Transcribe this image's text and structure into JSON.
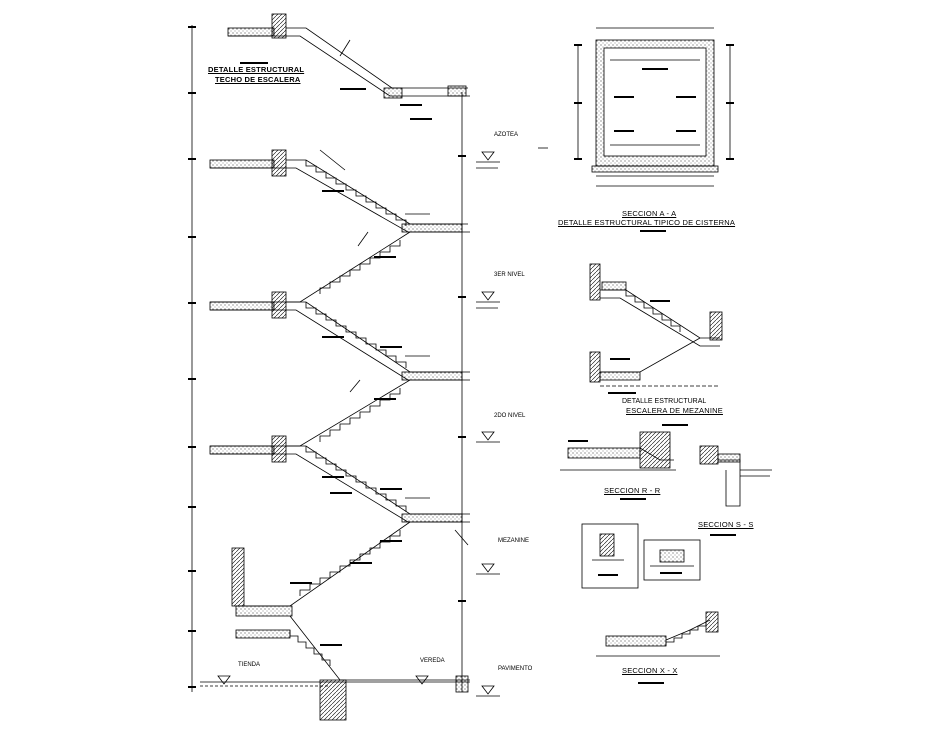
{
  "titles": {
    "roof_line1": "DETALLE ESTRUCTURAL",
    "roof_line2": "TECHO DE ESCALERA",
    "cistern_line1": "SECCION A - A",
    "cistern_line2": "DETALLE ESTRUCTURAL TIPICO DE CISTERNA",
    "mezz_line1": "DETALLE ESTRUCTURAL",
    "mezz_line2": "ESCALERA DE MEZANINE",
    "section_r": "SECCION R - R",
    "section_s": "SECCION S - S",
    "section_x": "SECCION X - X"
  },
  "levels": {
    "azotea": "AZOTEA",
    "tercer": "3ER NIVEL",
    "segundo": "2DO NIVEL",
    "mezanine": "MEZANINE",
    "tienda": "TIENDA",
    "vereda": "VEREDA",
    "pavimento": "PAVIMENTO"
  },
  "colors": {
    "line": "#000000",
    "background": "#ffffff",
    "hatch": "#000000"
  }
}
